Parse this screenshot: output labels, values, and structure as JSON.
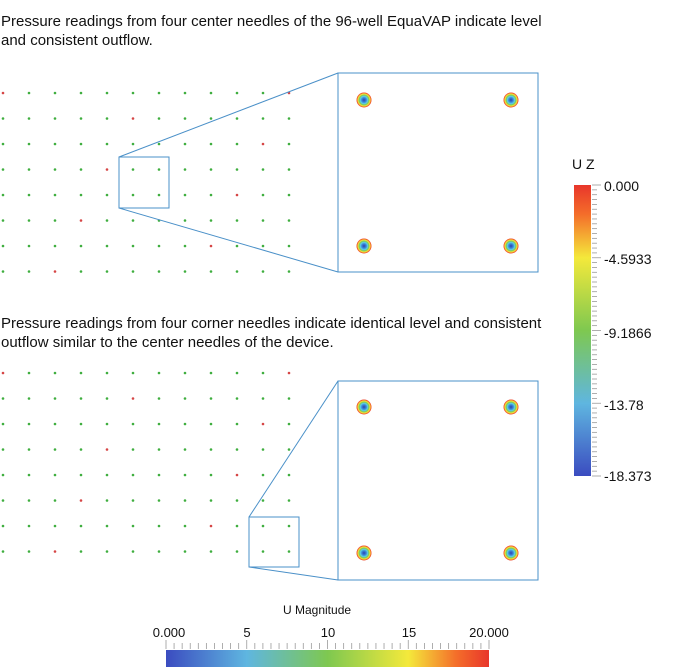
{
  "panels": [
    {
      "caption": "Pressure readings from four center needles of the 96-well EquaVAP indicate level and consistent outflow."
    },
    {
      "caption": "Pressure readings from four corner needles indicate identical level and consistent outflow similar to the center needles of the device."
    }
  ],
  "colorbar_uz": {
    "title": "U Z",
    "ticks": [
      "0.000",
      "-4.5933",
      "-9.1866",
      "-13.78",
      "-18.373"
    ]
  },
  "colorbar_umag": {
    "title": "U Magnitude",
    "ticks": [
      "0.000",
      "5",
      "10",
      "15",
      "20.000"
    ]
  },
  "colors": {
    "outline": "#4a90c8",
    "needle_dot": "#3fae3f",
    "needle_dot_alt": "#d64545",
    "ramp": [
      "#3b4cc0",
      "#5fb6e0",
      "#7ec850",
      "#f4e93b",
      "#f46d2a",
      "#e8362b"
    ]
  }
}
